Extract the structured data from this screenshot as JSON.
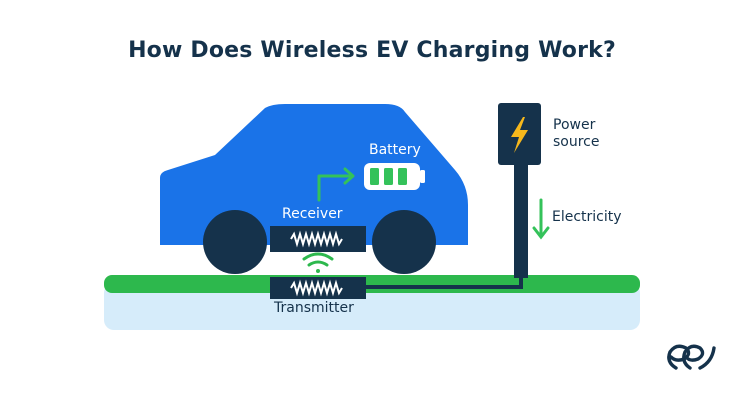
{
  "title": "How Does Wireless EV Charging Work?",
  "labels": {
    "battery": "Battery",
    "receiver": "Receiver",
    "transmitter": "Transmitter",
    "power_source_line1": "Power",
    "power_source_line2": "source",
    "electricity": "Electricity"
  },
  "colors": {
    "title": "#15324b",
    "car_body": "#1a73e8",
    "dark_navy": "#15324b",
    "green": "#2db84d",
    "arrow_green": "#34c25a",
    "ground_blue": "#d6ecfa",
    "lightning": "#f6b81c"
  },
  "icons": {
    "power_source": "lightning-bolt-icon",
    "logo": "brand-logo-icon",
    "wireless": "wireless-signal-icon",
    "coil": "coil-wave-icon"
  }
}
